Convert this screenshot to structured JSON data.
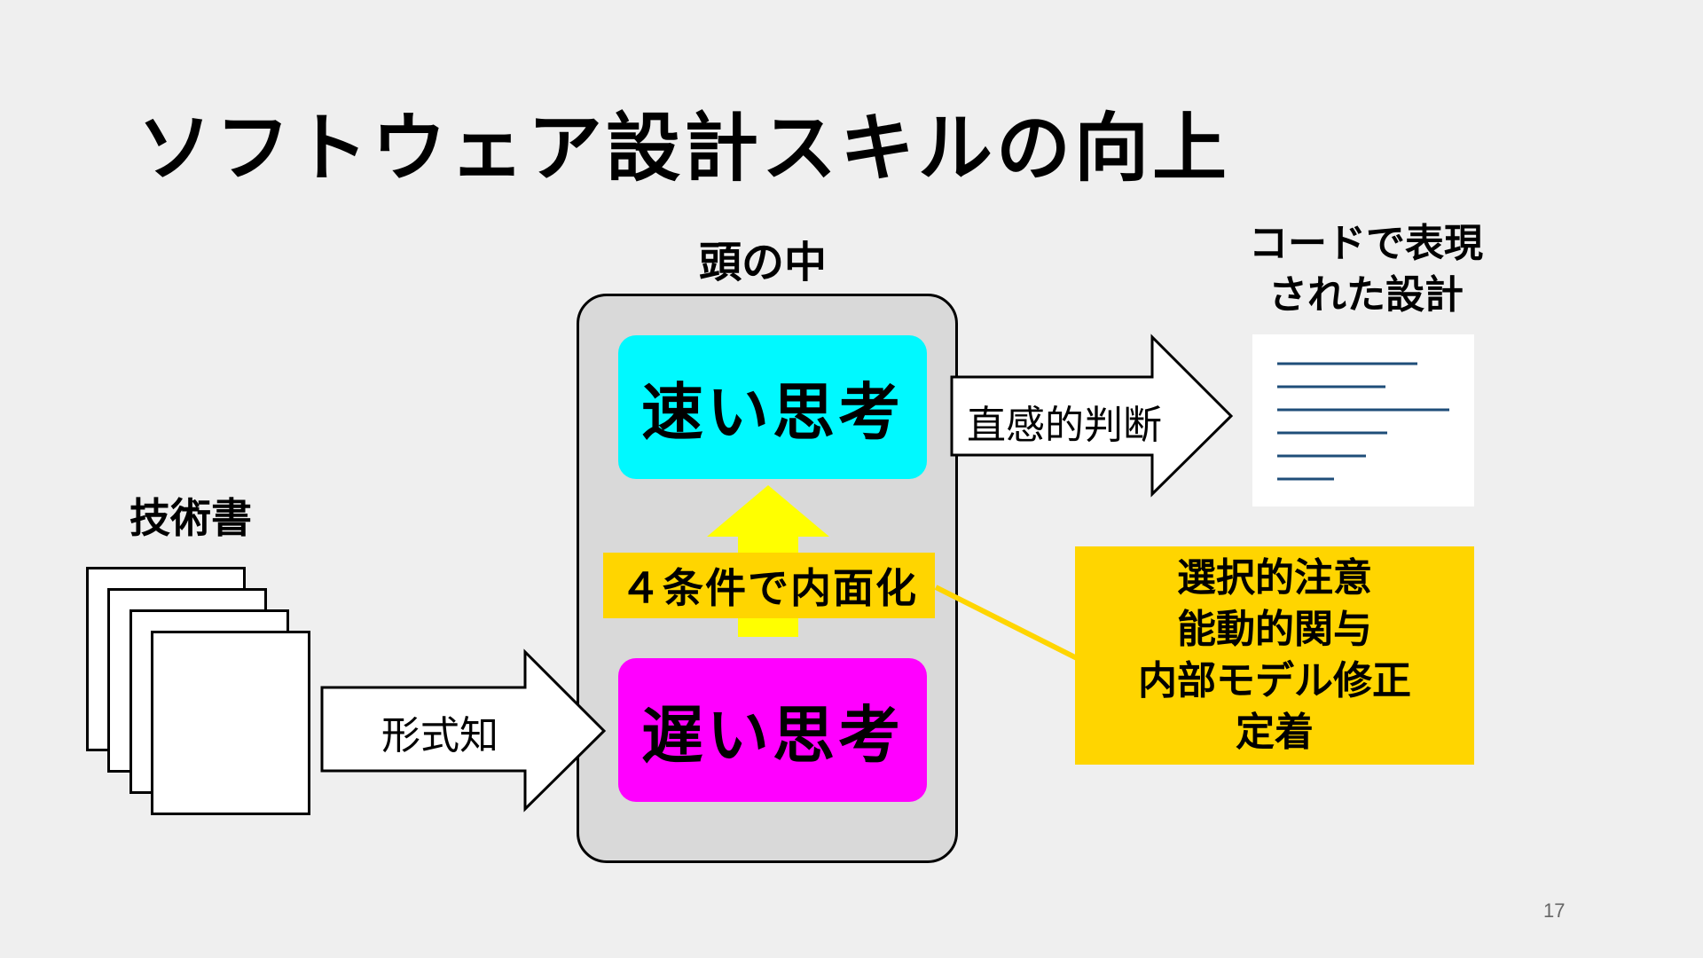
{
  "slide": {
    "title": "ソフトウェア設計スキルの向上",
    "page_number": "17"
  },
  "labels": {
    "head": "頭の中",
    "code_line1": "コードで表現",
    "code_line2": "された設計",
    "books": "技術書"
  },
  "boxes": {
    "fast": "速い思考",
    "slow": "遅い思考",
    "condition": "４条件で内面化"
  },
  "arrows": {
    "formal": "形式知",
    "intuitive": "直感的判断"
  },
  "conditions": [
    "選択的注意",
    "能動的関与",
    "内部モデル修正",
    "定着"
  ],
  "colors": {
    "fast": "#00f9ff",
    "slow": "#ff00ff",
    "highlight": "#ffd500",
    "up_arrow": "#ffff00",
    "brain": "#d9d9d9",
    "code_lines": "#1f4e79"
  }
}
